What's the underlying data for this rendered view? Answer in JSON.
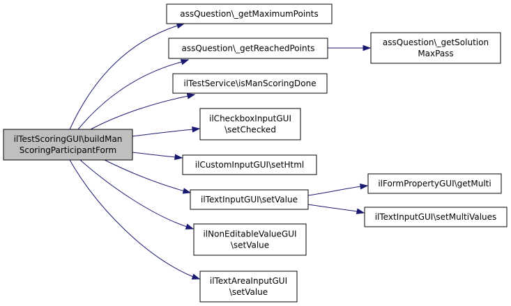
{
  "colors": {
    "root_fill": "#bfbfbf",
    "node_fill": "#ffffff",
    "node_border": "#000000",
    "edge": "#191970",
    "background": "#ffffff"
  },
  "nodes": [
    {
      "id": "build-man-scoring-participant-form",
      "lines": [
        "ilTestScoringGUI\\buildMan",
        "ScoringParticipantForm"
      ],
      "root": true
    },
    {
      "id": "get-maximum-points",
      "lines": [
        "assQuestion\\_getMaximumPoints"
      ]
    },
    {
      "id": "get-reached-points",
      "lines": [
        "assQuestion\\_getReachedPoints"
      ]
    },
    {
      "id": "get-solution-max-pass",
      "lines": [
        "assQuestion\\_getSolution",
        "MaxPass"
      ]
    },
    {
      "id": "is-man-scoring-done",
      "lines": [
        "ilTestService\\isManScoringDone"
      ]
    },
    {
      "id": "checkbox-set-checked",
      "lines": [
        "ilCheckboxInputGUI",
        "\\setChecked"
      ]
    },
    {
      "id": "custom-set-html",
      "lines": [
        "ilCustomInputGUI\\setHtml"
      ]
    },
    {
      "id": "text-input-set-value",
      "lines": [
        "ilTextInputGUI\\setValue"
      ]
    },
    {
      "id": "form-property-get-multi",
      "lines": [
        "ilFormPropertyGUI\\getMulti"
      ]
    },
    {
      "id": "text-input-set-multi-values",
      "lines": [
        "ilTextInputGUI\\setMultiValues"
      ]
    },
    {
      "id": "non-editable-set-value",
      "lines": [
        "ilNonEditableValueGUI",
        "\\setValue"
      ]
    },
    {
      "id": "text-area-set-value",
      "lines": [
        "ilTextAreaInputGUI",
        "\\setValue"
      ]
    }
  ],
  "edges": [
    {
      "from": "build-man-scoring-participant-form",
      "to": "get-maximum-points"
    },
    {
      "from": "build-man-scoring-participant-form",
      "to": "get-reached-points"
    },
    {
      "from": "build-man-scoring-participant-form",
      "to": "is-man-scoring-done"
    },
    {
      "from": "build-man-scoring-participant-form",
      "to": "checkbox-set-checked"
    },
    {
      "from": "build-man-scoring-participant-form",
      "to": "custom-set-html"
    },
    {
      "from": "build-man-scoring-participant-form",
      "to": "text-input-set-value"
    },
    {
      "from": "build-man-scoring-participant-form",
      "to": "non-editable-set-value"
    },
    {
      "from": "build-man-scoring-participant-form",
      "to": "text-area-set-value"
    },
    {
      "from": "get-reached-points",
      "to": "get-solution-max-pass"
    },
    {
      "from": "text-input-set-value",
      "to": "form-property-get-multi"
    },
    {
      "from": "text-input-set-value",
      "to": "text-input-set-multi-values"
    }
  ]
}
